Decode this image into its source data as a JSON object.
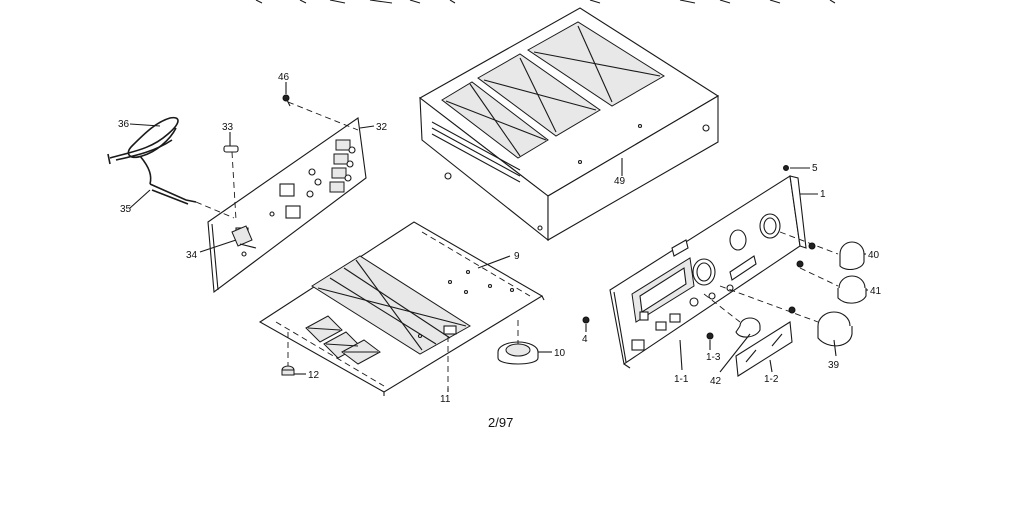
{
  "footer": {
    "date_code": "2/97"
  },
  "callouts": [
    {
      "id": "46",
      "label": "46"
    },
    {
      "id": "33",
      "label": "33"
    },
    {
      "id": "32",
      "label": "32"
    },
    {
      "id": "36",
      "label": "36"
    },
    {
      "id": "35",
      "label": "35"
    },
    {
      "id": "34",
      "label": "34"
    },
    {
      "id": "49",
      "label": "49"
    },
    {
      "id": "9",
      "label": "9"
    },
    {
      "id": "10",
      "label": "10"
    },
    {
      "id": "11",
      "label": "11"
    },
    {
      "id": "12",
      "label": "12"
    },
    {
      "id": "5",
      "label": "5"
    },
    {
      "id": "1",
      "label": "1"
    },
    {
      "id": "40",
      "label": "40"
    },
    {
      "id": "41",
      "label": "41"
    },
    {
      "id": "39",
      "label": "39"
    },
    {
      "id": "4",
      "label": "4"
    },
    {
      "id": "1-3",
      "label": "1-3"
    },
    {
      "id": "1-1",
      "label": "1-1"
    },
    {
      "id": "42",
      "label": "42"
    },
    {
      "id": "1-2",
      "label": "1-2"
    }
  ]
}
